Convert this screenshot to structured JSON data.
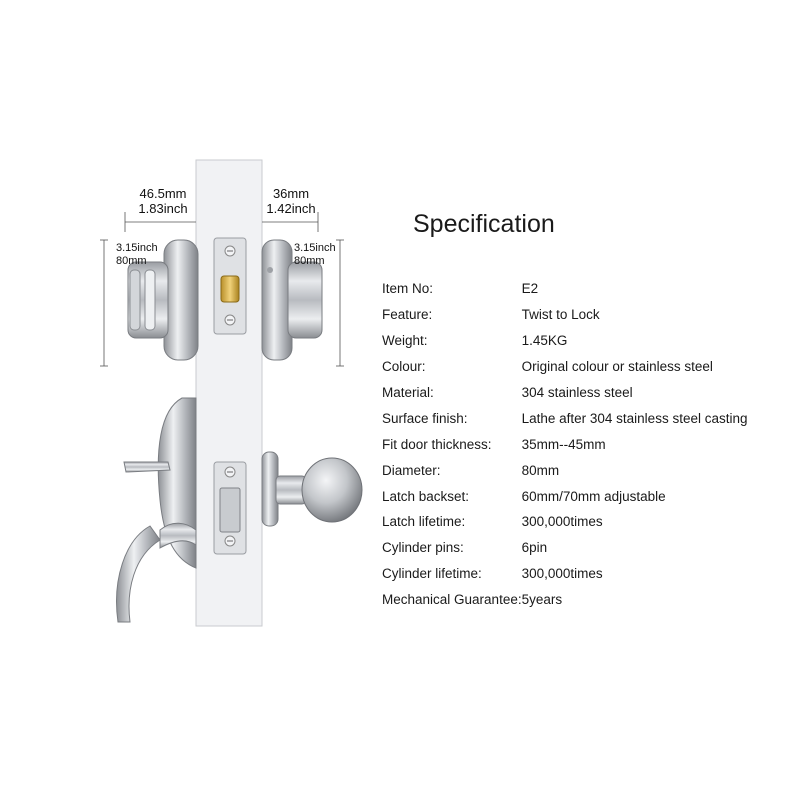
{
  "dimensions": {
    "left_depth_mm": "46.5mm",
    "left_depth_inch": "1.83inch",
    "right_depth_mm": "36mm",
    "right_depth_inch": "1.42inch",
    "left_height_inch": "3.15inch",
    "left_height_mm": "80mm",
    "right_height_inch": "3.15inch",
    "right_height_mm": "80mm"
  },
  "specification": {
    "title": "Specification",
    "rows": [
      {
        "label": "Item No:",
        "value": "E2"
      },
      {
        "label": "Feature:",
        "value": "Twist to Lock"
      },
      {
        "label": "Weight:",
        "value": "1.45KG"
      },
      {
        "label": "Colour:",
        "value": "Original colour or stainless steel"
      },
      {
        "label": "Material:",
        "value": "304 stainless steel"
      },
      {
        "label": "Surface finish:",
        "value": "Lathe after 304 stainless steel casting"
      },
      {
        "label": "Fit door thickness:",
        "value": "35mm--45mm"
      },
      {
        "label": "Diameter:",
        "value": "80mm"
      },
      {
        "label": "Latch backset:",
        "value": "60mm/70mm adjustable"
      },
      {
        "label": "Latch lifetime:",
        "value": "300,000times"
      },
      {
        "label": "Cylinder pins:",
        "value": "6pin"
      },
      {
        "label": "Cylinder lifetime:",
        "value": "300,000times"
      },
      {
        "label": "Mechanical Guarantee:",
        "value": "5years"
      }
    ]
  },
  "colors": {
    "door": "#f1f2f4",
    "steel_dark": "#8c8f94",
    "steel_light": "#e4e6e9",
    "brass": "#d8b24a"
  }
}
